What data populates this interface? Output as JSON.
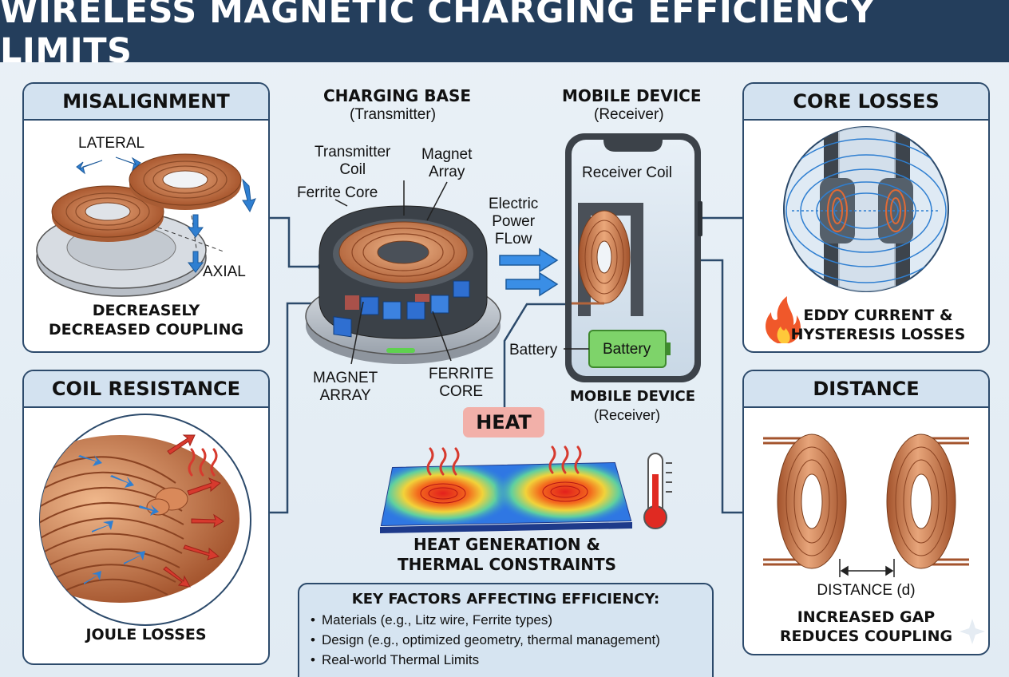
{
  "title": "WIRELESS MAGNETIC CHARGING EFFICIENCY LIMITS",
  "center": {
    "charging_base": {
      "heading": "CHARGING BASE",
      "sub": "(Transmitter)"
    },
    "mobile_device_top": {
      "heading": "MOBILE DEVICE",
      "sub": "(Receiver)"
    },
    "mobile_device_bottom": {
      "heading": "MOBILE DEVICE",
      "sub": "(Receiver)"
    },
    "transmitter_coil": [
      "Transmitter",
      "Coil"
    ],
    "magnet_array_top": [
      "Magnet",
      "Array"
    ],
    "ferrite_core_top": "Ferrite Core",
    "electric_power_flow": [
      "Electric",
      "Power",
      "FLow"
    ],
    "receiver_coil": "Receiver Coil",
    "battery_label": "Battery",
    "battery_text": "Battery",
    "magnet_array_bottom": [
      "MAGNET",
      "ARRAY"
    ],
    "ferrite_core_bottom": [
      "FERRITE",
      "CORE"
    ],
    "heat_badge": "HEAT",
    "heat_caption": [
      "HEAT GENERATION &",
      "THERMAL CONSTRAINTS"
    ]
  },
  "panels": {
    "misalignment": {
      "title": "MISALIGNMENT",
      "lateral": "LATERAL",
      "axial": "AXIAL",
      "caption": [
        "DECREASELY",
        "DECREASED COUPLING"
      ]
    },
    "coil_resistance": {
      "title": "COIL RESISTANCE",
      "caption": "JOULE LOSSES"
    },
    "core_losses": {
      "title": "CORE LOSSES",
      "caption": [
        "EDDY CURRENT &",
        "HYSTERESIS LOSSES"
      ]
    },
    "distance": {
      "title": "DISTANCE",
      "distance_label": "DISTANCE (d)",
      "caption": [
        "INCREASED GAP",
        "REDUCES COUPLING"
      ]
    }
  },
  "key_factors": {
    "heading": "KEY FACTORS AFFECTING EFFICIENCY:",
    "items": [
      "Materials (e.g., Litz wire, Ferrite types)",
      "Design (e.g., optimized geometry, thermal management)",
      "Real-world Thermal Limits"
    ]
  },
  "colors": {
    "banner": "#243e5c",
    "panel_border": "#2c4a6b",
    "panel_header": "#d3e2f0",
    "copper": "#c8764a",
    "arrow_blue": "#2f7fd1",
    "heat_red": "#d73a2e",
    "battery_green": "#7ed36a"
  },
  "icons": [
    "flame-icon",
    "thermometer-icon",
    "sparkle-icon"
  ]
}
